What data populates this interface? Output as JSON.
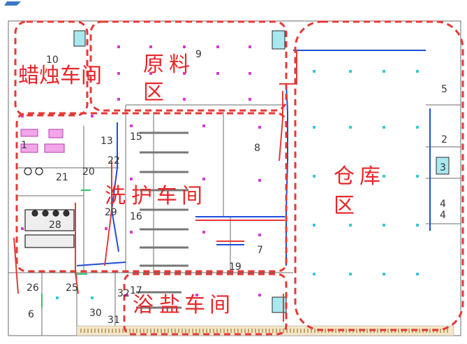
{
  "header": {
    "logo_text": ""
  },
  "zones": {
    "wax": "蜡烛车间",
    "raw1": "原",
    "raw2": "料",
    "raw3": "区",
    "warehouse1": "仓",
    "warehouse2": "库",
    "warehouse3": "区",
    "wash": [
      "洗",
      "护",
      "车",
      "间"
    ],
    "bath": [
      "浴",
      "盐",
      "车",
      "间"
    ]
  },
  "room_numbers": [
    "10",
    "9",
    "5",
    "8",
    "1",
    "13",
    "15",
    "21",
    "22",
    "20",
    "28",
    "29",
    "16",
    "7",
    "19",
    "26",
    "25",
    "6",
    "30",
    "31",
    "32",
    "17",
    "2",
    "3",
    "4",
    "4"
  ],
  "colors": {
    "zone_border": "#e53935",
    "pipe_blue": "#1e4dd8",
    "marker": "#d63bd6",
    "marker_alt": "#3ac6d6",
    "room": "#f7c6f0"
  }
}
